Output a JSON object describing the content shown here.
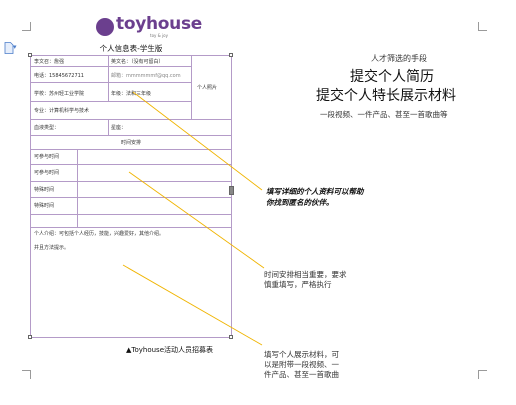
{
  "logo": {
    "text": "toyhouse",
    "sub": "toy & joy"
  },
  "form": {
    "title": "个人信息表-学生版",
    "row1": {
      "name": "李文召：詹强",
      "english": "英文名：（没有可留白）"
    },
    "row2": {
      "phone": "电话：15845672711",
      "email": "邮箱：mmmmmmf@qq.com"
    },
    "row3": {
      "school": "学校：苏州轻工业学院",
      "grade": "年级：法和三年级"
    },
    "row4": {
      "major": "专业：计算机科学与技术"
    },
    "photo": "个人照片",
    "row5": {
      "blood": "血液类型：",
      "sign": "星座："
    },
    "schedule_title": "时间安排",
    "schedule_rows": [
      "可参与时间",
      "可参与时间",
      "特殊时间",
      "特殊时间"
    ],
    "intro_line1": "个人介绍：可包括个人经历，技能，兴趣爱好，其他介绍。",
    "intro_line2": "并且方法提示。"
  },
  "caption": "▲Toyhouse活动人员招募表",
  "right": {
    "line1": "人才筛选的手段",
    "line2": "提交个人简历",
    "line3": "提交个人特长展示材料",
    "line4": "一段视频、一件产品、甚至一首歌曲等"
  },
  "notes": {
    "note1": [
      "填写详细的个人资料可以帮助",
      "你找到匿名的伙伴。"
    ],
    "note2": [
      "时间安排相当重要，要求",
      "慎重填写，严格执行"
    ],
    "note3": [
      "填写个人展示材料，可",
      "以是附带一段视频、一",
      "件产品、甚至一首歌曲"
    ]
  },
  "colors": {
    "accent": "#6b3f8e",
    "form_border": "#b49bc8",
    "arrow": "#f0b400"
  }
}
